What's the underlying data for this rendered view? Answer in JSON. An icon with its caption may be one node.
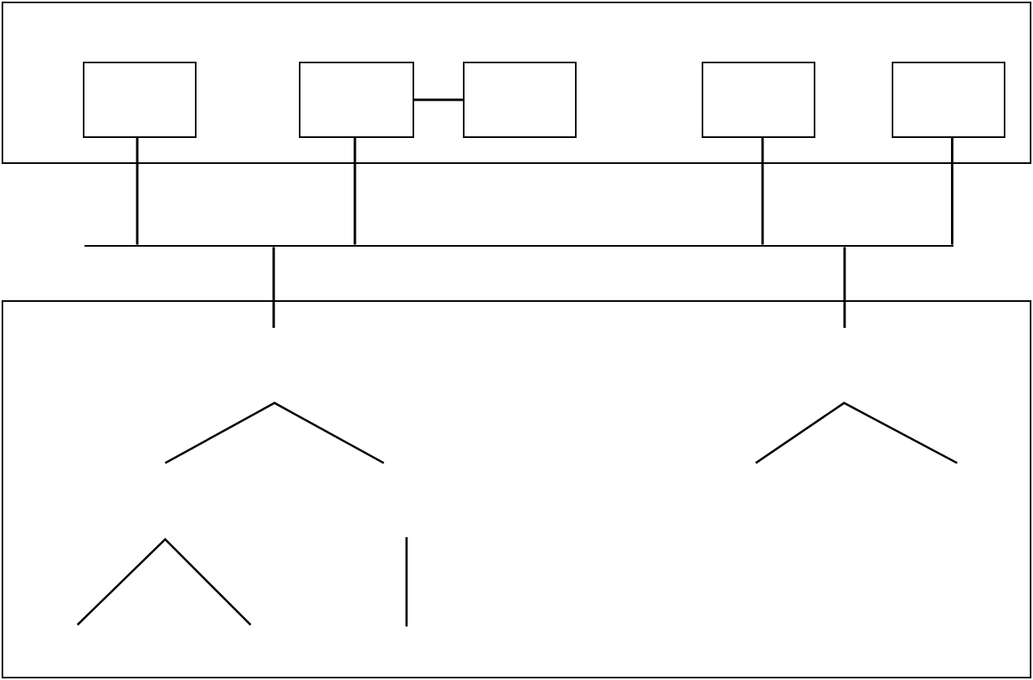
{
  "diagram": {
    "nodes": [
      {
        "text": [],
        "shape": "box"
      },
      {
        "text": [],
        "shape": "box",
        "in": 0
      },
      {
        "text": [],
        "shape": "box",
        "in": 0
      },
      {
        "text": [],
        "shape": "box",
        "in": 0
      },
      {
        "text": [],
        "shape": "box",
        "in": 0
      },
      {
        "text": [],
        "shape": "box",
        "in": 0
      },
      {
        "text": [],
        "shape": "bar"
      },
      {
        "text": [],
        "shape": "box"
      }
    ],
    "edges": [
      {
        "from": 2,
        "to": 3,
        "arrow": "none"
      },
      {
        "from": 1,
        "to": 6,
        "arrow": "none"
      },
      {
        "from": 2,
        "to": 6,
        "arrow": "none"
      },
      {
        "from": 4,
        "to": 6,
        "arrow": "none"
      },
      {
        "from": 5,
        "to": 6,
        "arrow": "none"
      },
      {
        "from": 6,
        "to": 7,
        "arrow": "none"
      },
      {
        "from": 6,
        "to": 7,
        "arrow": "none"
      }
    ]
  }
}
